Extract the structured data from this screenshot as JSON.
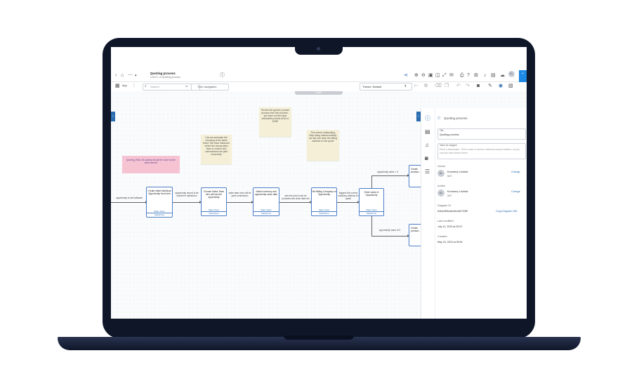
{
  "header": {
    "title": "Quoting process",
    "subtitle": "Level 1 of Quoting process",
    "app_label": "App",
    "search_placeholder": "Search",
    "or_label": "or",
    "tree_nav_label": "Tree navigation",
    "theme_label": "Theme: Default"
  },
  "canvas": {
    "draft_label": "Draft",
    "sticky_notes": [
      "Can we automate the choosing of the sales team? We have instances where the wrong sales team is chosen and commissions are paid incorrectly",
      "Review the generic product process from this process - just have a fixed value selectable product at $0 or £0/€0",
      "This seems outstanding, Step being missed entirely, we will now have the billing address on the quote",
      "Quoting_Risk: All quoting should be done by the sales team!!!"
    ],
    "nodes": [
      {
        "title": "Create initial Individual Opportunity from form",
        "team": "Sales Team",
        "system": "Salesforce"
      },
      {
        "title": "Choose Sales Team who will win the opportunity",
        "team": "Sales Team",
        "system": "Salesforce"
      },
      {
        "title": "Select currency and opportunity close date",
        "team": "Sales Team",
        "system": "Salesforce"
      },
      {
        "title": "Set Billing Company on Opportunity",
        "team": "Sales Team",
        "system": "Salesforce"
      },
      {
        "title": "Enter value of Opportunity",
        "team": "Sales Team",
        "system": "Salesforce"
      },
      {
        "title": "Create product...",
        "team": "",
        "system": ""
      },
      {
        "title": "Create product...",
        "team": "",
        "system": ""
      }
    ],
    "edge_labels": [
      "opportunity to sell software",
      "opportunity record to be worked in salesforce",
      "sales team who will be paid commission",
      "sets the price book for products and close date set",
      "triggers the correct company address for quote",
      "opportunity value > 0",
      "opportunity value of 0"
    ]
  },
  "panel": {
    "title": "Quoting process",
    "title_field_label": "Title",
    "title_value": "Quoting process",
    "intent_label": "Intent for diagram",
    "intent_placeholder": "Enter a description. This is used in chrome extension search feature, so you can also add search terms.",
    "owner_label": "Owner",
    "owner_name": "Krzewery Lisiński",
    "owner_org": "SAT",
    "owner_initials": "KL",
    "change_label": "Change",
    "author_label": "Author",
    "author_name": "Krzewery Lisiński",
    "author_org": "SAT",
    "author_initials": "KL",
    "diagram_id_label": "Diagram ID",
    "diagram_id": "64fcb265cc8c4bce82743f5",
    "copy_link_label": "Copy Diagram URL",
    "modified_label": "Last modified",
    "modified_value": "July 12, 2023 at 09:47",
    "created_label": "Created",
    "created_value": "May 24, 2023 at 09:51"
  },
  "colors": {
    "accent": "#2b6cb0",
    "sticky": "#f4efd6",
    "risk_note": "#f6c3d3",
    "bezel": "#0e1628"
  }
}
